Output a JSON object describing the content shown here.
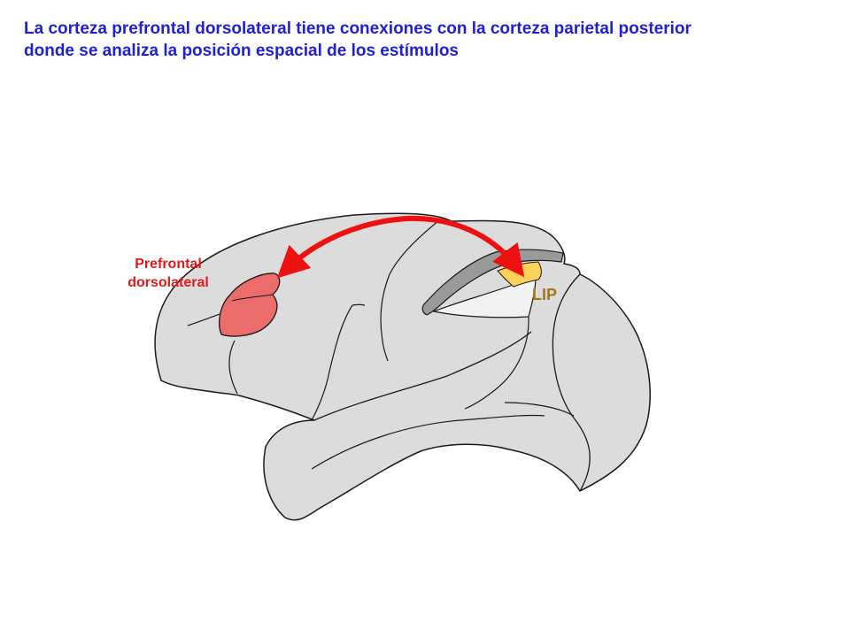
{
  "title": {
    "line1": "La corteza prefrontal dorsolateral tiene conexiones con la corteza parietal posterior",
    "line2": "donde se analiza la posición espacial de los estímulos"
  },
  "labels": {
    "prefrontal_line1": "Prefrontal",
    "prefrontal_line2": "dorsolateral",
    "lip": "LIP"
  },
  "colors": {
    "title": "#1f1fd6",
    "brain_fill": "#dcdcdc",
    "sulcus_fill": "#9a9a9a",
    "prefrontal_area": "#ec6b6b",
    "lip_area": "#fcd25a",
    "arrow": "#ee1111",
    "lip_label": "#a07a18"
  }
}
